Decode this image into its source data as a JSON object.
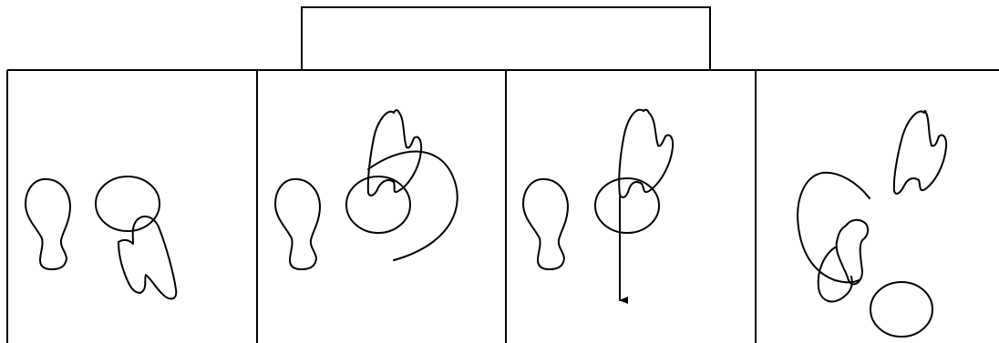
{
  "diagram": {
    "panel_count": 4,
    "header_box_text": "",
    "stroke_color": "#000000",
    "background_color": "#ffffff",
    "panels": [
      {
        "shapes": [
          "pin-shape",
          "circle-shape",
          "hook-shape"
        ]
      },
      {
        "shapes": [
          "pin-shape",
          "circle-shape",
          "hook-shape",
          "curved-strand"
        ]
      },
      {
        "shapes": [
          "pin-shape",
          "circle-shape",
          "hook-shape",
          "down-arrow"
        ]
      },
      {
        "shapes": [
          "hook-shape",
          "pin-shape",
          "curved-strand",
          "circle-shape"
        ]
      }
    ]
  }
}
